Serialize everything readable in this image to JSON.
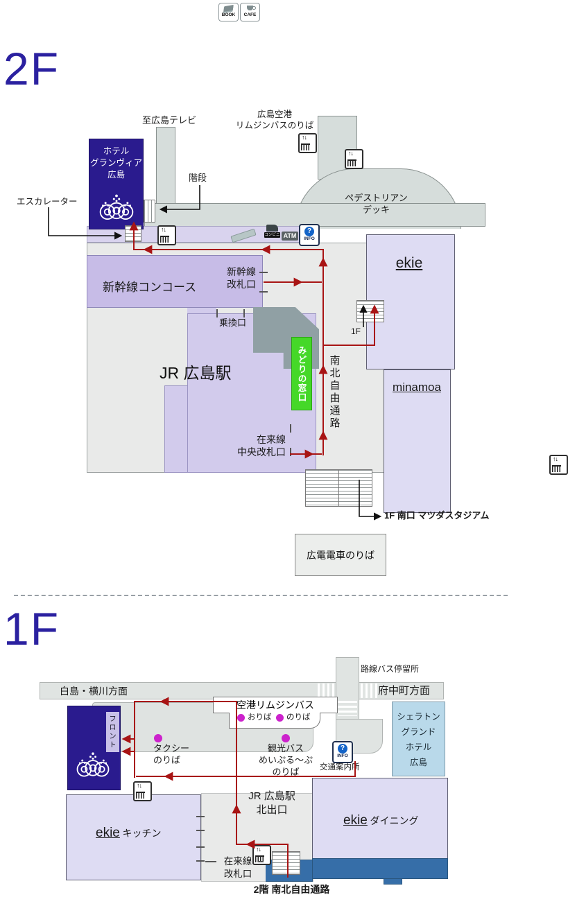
{
  "top": {
    "book": "BOOK",
    "cafe": "CAFE"
  },
  "f2": {
    "floor": "2F",
    "toTv": "至広島テレビ",
    "airportBus": [
      "広島空港",
      "リムジンバスのりば"
    ],
    "deck": [
      "ペデストリアン",
      "デッキ"
    ],
    "hotel": [
      "ホテル",
      "グランヴィア",
      "広島"
    ],
    "stairs": "階段",
    "escalator": "エスカレーター",
    "konbini": "コンビニ",
    "atm": "ATM",
    "info": "INFO",
    "infoQ": "?",
    "concourse": "新幹線コンコース",
    "shinGate": [
      "新幹線",
      "改札口"
    ],
    "transfer": "乗換口",
    "midori": "みどりの窓口",
    "station": "JR 広島駅",
    "passage": "南北自由通路",
    "ekie": "ekie",
    "oneF": "1F",
    "minamoa": "minamoa",
    "zairai": [
      "在来線",
      "中央改札口"
    ],
    "southExit": "1F 南口 マツダスタジアム",
    "hiroden": "広電電車のりば"
  },
  "f1": {
    "floor": "1F",
    "rosenBus": "路線バス停留所",
    "hakushima": "白島・横川方面",
    "fuchu": "府中町方面",
    "limousine": "空港リムジンバス",
    "oriba": "おりば",
    "noriba": "のりば",
    "taxi": [
      "タクシー",
      "のりば"
    ],
    "kanko": [
      "観光バス",
      "めいぷる〜ぷ",
      "のりば"
    ],
    "info": "INFO",
    "infoQ": "?",
    "kotsuAnnai": "交通案内所",
    "sheraton": [
      "シェラトン",
      "グランド",
      "ホテル",
      "広島"
    ],
    "front": "フロント",
    "ekie": "ekie",
    "kitchen": "キッチン",
    "dining": "ダイニング",
    "northExit": [
      "JR 広島駅",
      "北出口"
    ],
    "zairaiGate": [
      "在来線",
      "改札口"
    ],
    "passage2f": "2階 南北自由通路"
  },
  "colors": {
    "navy": "#2a1b8e",
    "route_red": "#a81414",
    "magenta": "#cc22cc",
    "midori_green": "#45d828",
    "passage_blue": "#366ea8",
    "floor_label": "#2b21a0"
  }
}
